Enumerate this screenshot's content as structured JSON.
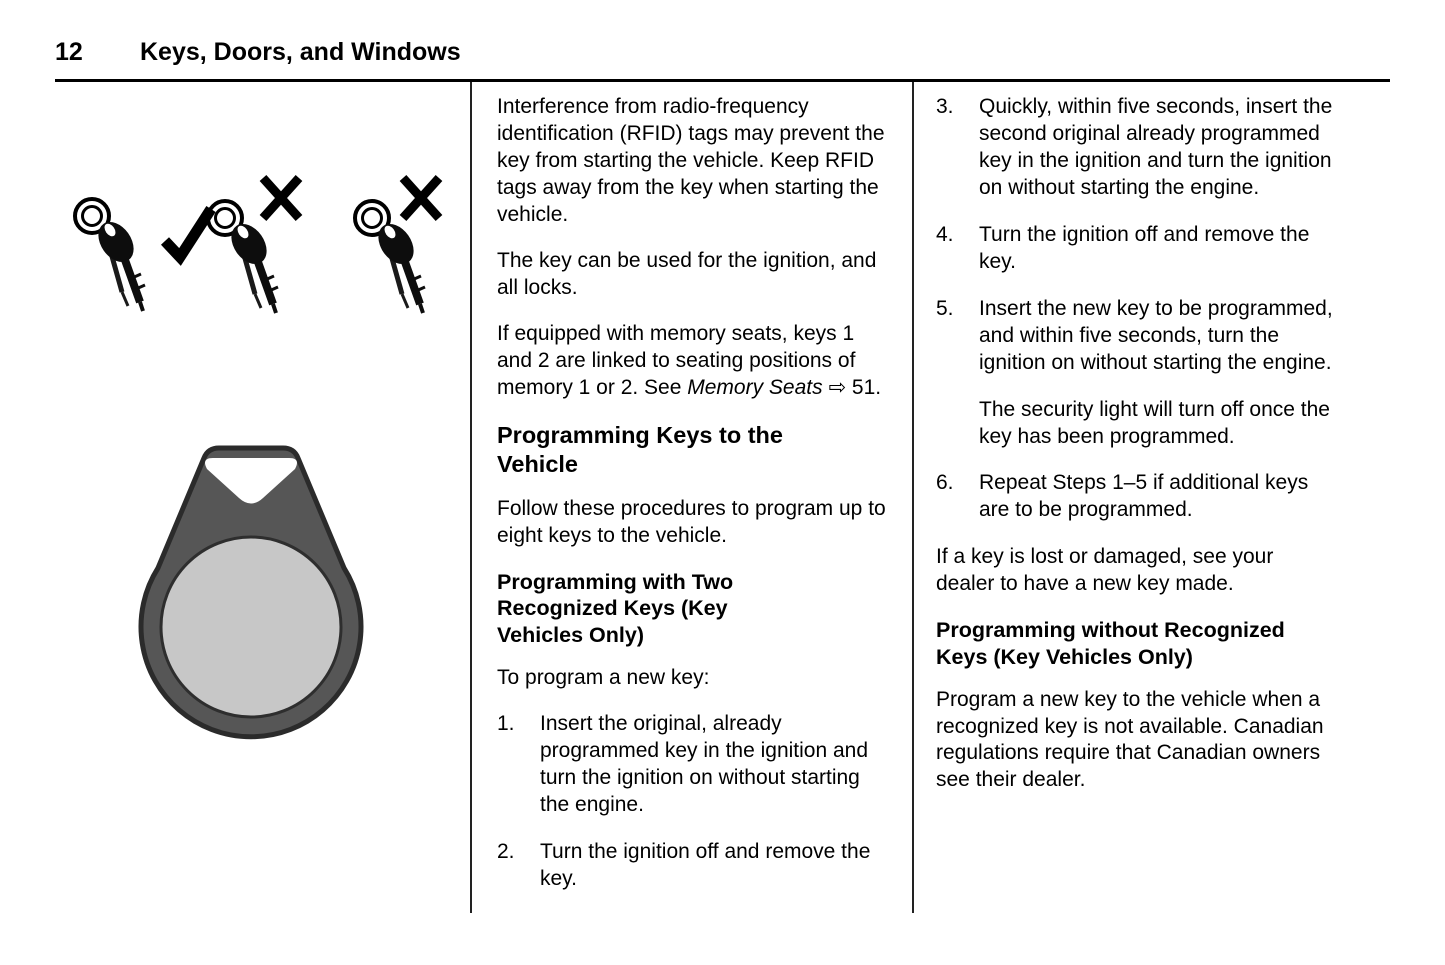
{
  "header": {
    "page_number": "12",
    "title": "Keys, Doors, and Windows"
  },
  "illustrations": {
    "keys_row": [
      {
        "name": "key-with-ring",
        "mark": "check"
      },
      {
        "name": "key-with-ring",
        "mark": "x"
      },
      {
        "name": "key-with-ring",
        "mark": "x"
      }
    ],
    "fob": {
      "name": "key-fob"
    }
  },
  "middle": {
    "para_rfid": "Interference from radio-frequency identification (RFID) tags may prevent the key from starting the vehicle. Keep RFID tags away from the key when starting the vehicle.",
    "para_ignition": "The key can be used for the ignition, and all locks.",
    "para_memory_pre": "If equipped with memory seats, keys 1 and 2 are linked to seating positions of memory 1 or 2. See ",
    "para_memory_italic": "Memory Seats",
    "para_memory_ref": " ⇨ 51",
    "para_memory_post": ".",
    "heading_programming": "Programming Keys to the Vehicle",
    "para_follow": "Follow these procedures to program up to eight keys to the vehicle.",
    "heading_two_keys": "Programming with Two Recognized Keys (Key Vehicles Only)",
    "para_to_program": "To program a new key:",
    "list": [
      {
        "num": "1.",
        "text": "Insert the original, already programmed key in the ignition and turn the ignition on without starting the engine."
      },
      {
        "num": "2.",
        "text": "Turn the ignition off and remove the key."
      }
    ]
  },
  "right": {
    "list": [
      {
        "num": "3.",
        "text": "Quickly, within five seconds, insert the second original already programmed key in the ignition and turn the ignition on without starting the engine."
      },
      {
        "num": "4.",
        "text": "Turn the ignition off and remove the key."
      },
      {
        "num": "5.",
        "text": "Insert the new key to be programmed, and within five seconds, turn the ignition on without starting the engine."
      }
    ],
    "note": "The security light will turn off once the key has been programmed.",
    "list2": [
      {
        "num": "6.",
        "text": "Repeat Steps 1–5 if additional keys are to be programmed."
      }
    ],
    "para_lost": "If a key is lost or damaged, see your dealer to have a new key made.",
    "heading_without_keys": "Programming without Recognized Keys (Key Vehicles Only)",
    "para_canadian": "Program a new key to the vehicle when a recognized key is not available. Canadian regulations require that Canadian owners see their dealer."
  }
}
